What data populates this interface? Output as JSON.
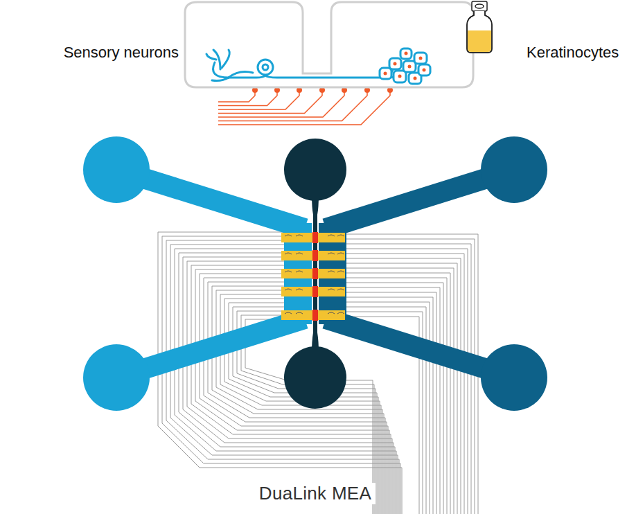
{
  "diagram": {
    "caption": "DuaLink MEA",
    "labels": [
      "Sensory neurons",
      "Keratinocytes"
    ]
  }
}
